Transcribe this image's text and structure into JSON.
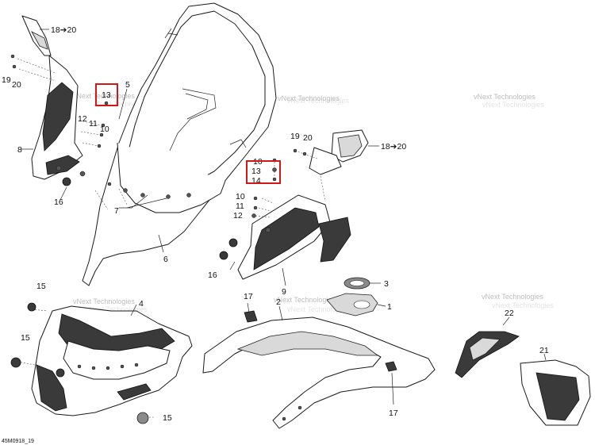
{
  "diagram": {
    "drawing_code": "45M0918_19",
    "watermark": "vNext Technologies",
    "callouts": {
      "c_18_20_top": "18➔20",
      "c_19_left": "19",
      "c_20_left": "20",
      "c_13_top": "13",
      "c_12_left": "12",
      "c_11_left": "11",
      "c_10_left": "10",
      "c_8": "8",
      "c_16_left": "16",
      "c_5": "5",
      "c_7": "7",
      "c_6": "6",
      "c_19_right": "19",
      "c_20_right": "20",
      "c_18_20_right": "18➔20",
      "c_10_upper": "10",
      "c_13_right": "13",
      "c_14": "14",
      "c_10_lower": "10",
      "c_11_right": "11",
      "c_12_right": "12",
      "c_16_right": "16",
      "c_9": "9",
      "c_3": "3",
      "c_1": "1",
      "c_15_a": "15",
      "c_15_b": "15",
      "c_15_c": "15",
      "c_4": "4",
      "c_17_upper": "17",
      "c_2": "2",
      "c_17_lower": "17",
      "c_22": "22",
      "c_21": "21"
    },
    "highlight_color": "#d01818"
  }
}
